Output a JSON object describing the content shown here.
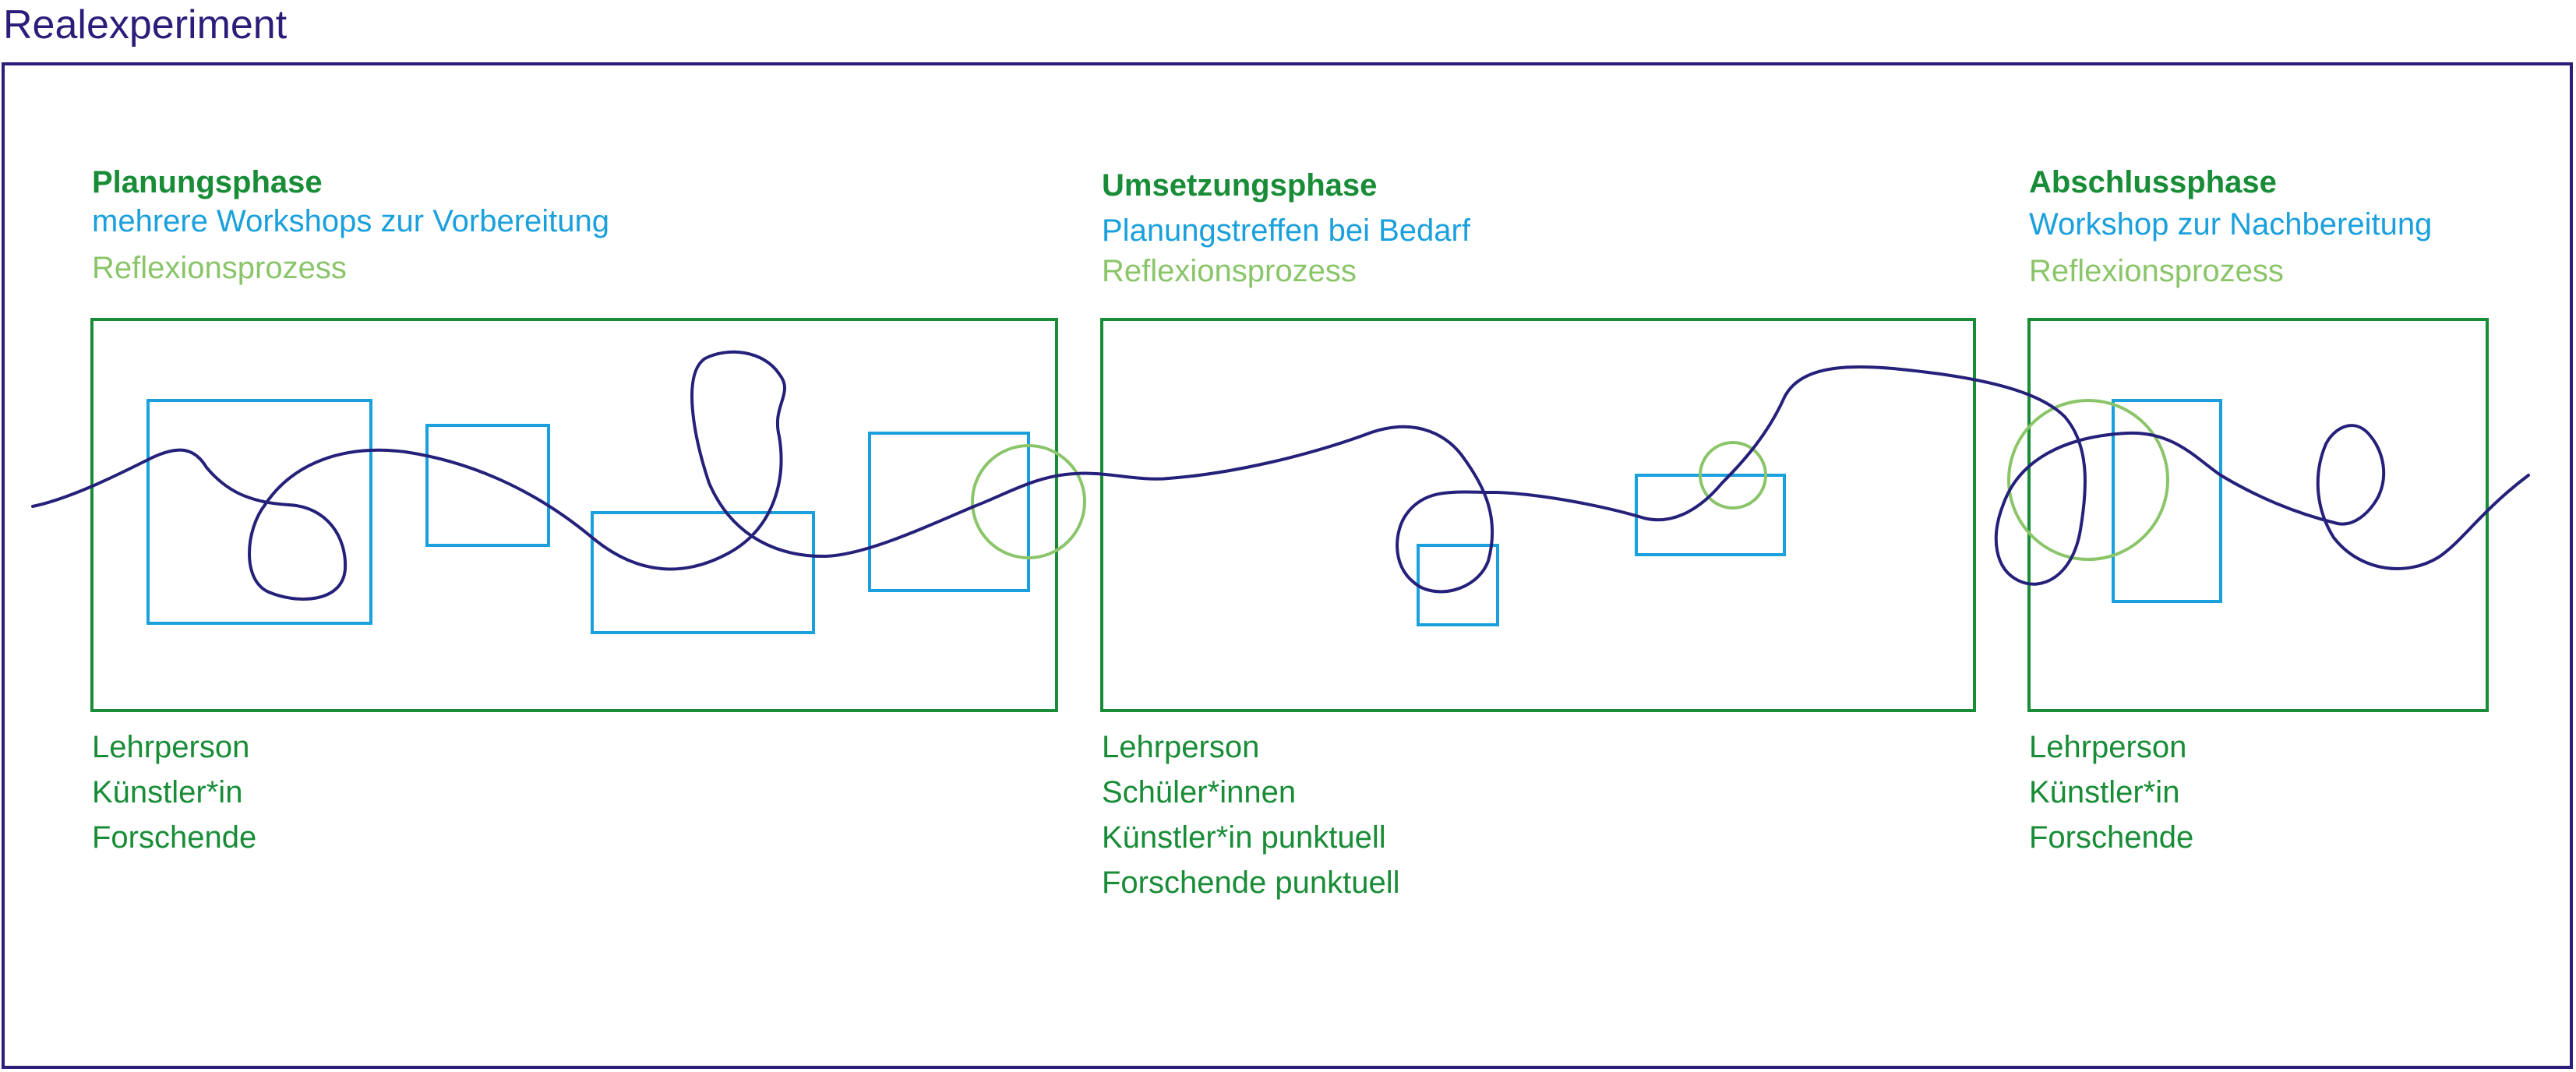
{
  "title": "Realexperiment",
  "colors": {
    "frame": "#2a1e7a",
    "phase": "#198c37",
    "workshop": "#1aa0dc",
    "reflection": "#8bc56a",
    "path": "#25207a"
  },
  "phases": [
    {
      "name": "Planungsphase",
      "activity": "mehrere Workshops zur Vorbereitung",
      "reflection": "Reflexionsprozess",
      "participants": [
        "Lehrperson",
        "Künstler*in",
        "Forschende"
      ]
    },
    {
      "name": "Umsetzungsphase",
      "activity": "Planungstreffen bei Bedarf",
      "reflection": "Reflexionsprozess",
      "participants": [
        "Lehrperson",
        "Schüler*innen",
        "Künstler*in punktuell",
        "Forschende punktuell"
      ]
    },
    {
      "name": "Abschlussphase",
      "activity": "Workshop zur Nachbereitung",
      "reflection": "Reflexionsprozess",
      "participants": [
        "Lehrperson",
        "Künstler*in",
        "Forschende"
      ]
    }
  ]
}
